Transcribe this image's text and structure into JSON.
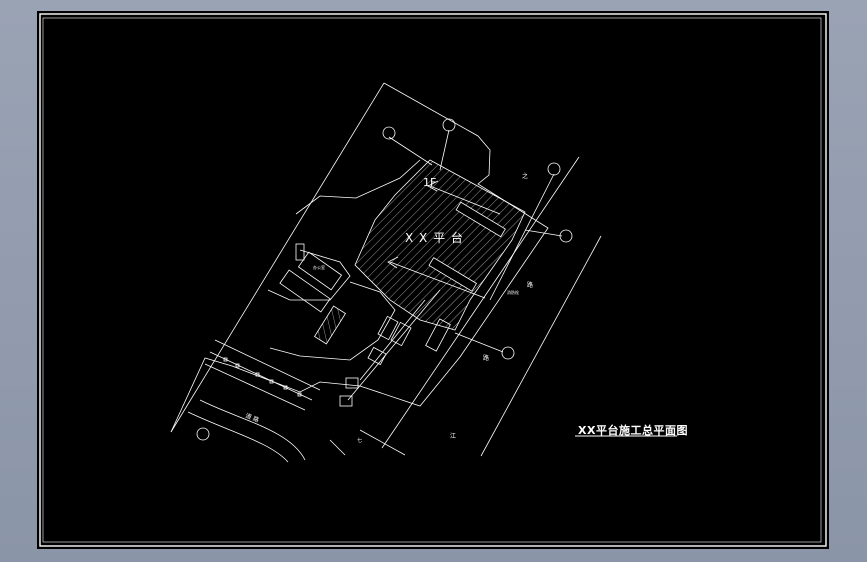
{
  "drawing": {
    "title": "XX平台施工总平面图",
    "platform_label": "X X 平 台",
    "floor_label": "1F",
    "labels": {
      "road_left": "道 路",
      "road_side_1": "之",
      "road_side_2": "路",
      "road_side_3": "江",
      "road_side_4": "路",
      "bottom_1": "七",
      "small_1": "消防栓",
      "small_2": "办公室"
    }
  },
  "colors": {
    "background": "#000000",
    "line": "#ffffff",
    "frame_bg": "#8b95a8"
  }
}
